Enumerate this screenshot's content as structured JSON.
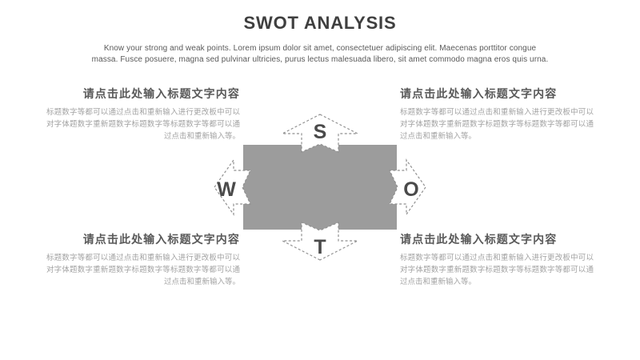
{
  "slide": {
    "title": "SWOT ANALYSIS",
    "subtitle": "Know your strong and weak points. Lorem ipsum dolor sit amet, consectetuer adipiscing elit. Maecenas porttitor congue massa. Fusce posuere, magna sed pulvinar ultricies, purus lectus malesuada libero, sit amet commodo magna eros quis urna."
  },
  "quadrants": [
    {
      "position": "top-left",
      "heading": "请点击此处输入标题文字内容",
      "body": "标题数字等都可以通过点击和重新输入进行更改板中可以对字体题数字重新题数字标题数字等标题数字等都可以通过点击和重新输入等。"
    },
    {
      "position": "top-right",
      "heading": "请点击此处输入标题文字内容",
      "body": "标题数字等都可以通过点击和重新输入进行更改板中可以对字体题数字重新题数字标题数字等标题数字等都可以通过点击和重新输入等。"
    },
    {
      "position": "bottom-left",
      "heading": "请点击此处输入标题文字内容",
      "body": "标题数字等都可以通过点击和重新输入进行更改板中可以对字体题数字重新题数字标题数字等标题数字等都可以通过点击和重新输入等。"
    },
    {
      "position": "bottom-right",
      "heading": "请点击此处输入标题文字内容",
      "body": "标题数字等都可以通过点击和重新输入进行更改板中可以对字体题数字重新题数字标题数字等标题数字等都可以通过点击和重新输入等。"
    }
  ],
  "diagram": {
    "letters": {
      "top": "S",
      "left": "W",
      "right": "O",
      "bottom": "T"
    },
    "colors": {
      "center_box_fill": "#9c9c9c",
      "arrow_fill": "#ffffff",
      "arrow_stroke": "#8f8f8f",
      "letter_color": "#4a4a4a",
      "title_color": "#3f3f3f",
      "heading_color": "#595959",
      "body_color": "#a3a3a3"
    }
  }
}
